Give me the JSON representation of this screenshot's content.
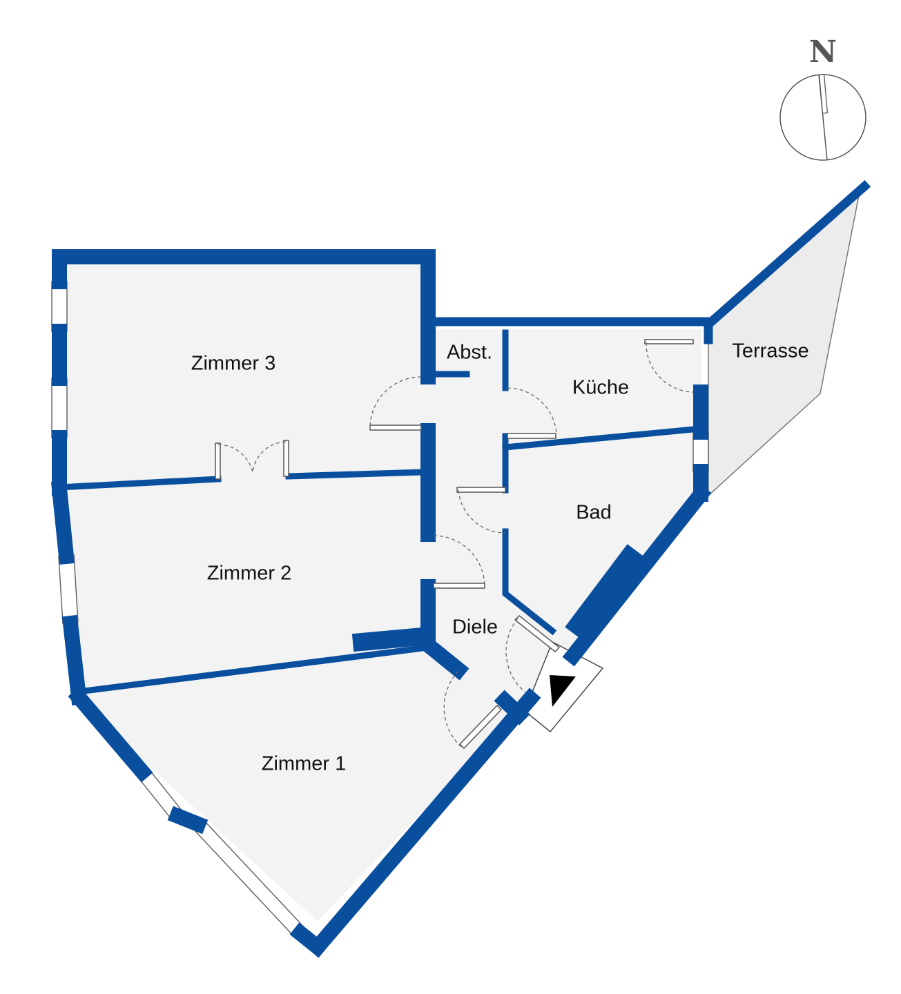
{
  "rooms": {
    "zimmer3": "Zimmer 3",
    "zimmer2": "Zimmer 2",
    "zimmer1": "Zimmer 1",
    "abst": "Abst.",
    "kueche": "Küche",
    "bad": "Bad",
    "diele": "Diele",
    "terrasse": "Terrasse"
  },
  "compass": {
    "label": "N"
  },
  "colors": {
    "wall": "#0a4f9e",
    "floor": "#f3f3f3",
    "terrace": "#ececec",
    "line": "#666666"
  },
  "icons": {
    "entrance": "entrance-arrow-icon",
    "compass": "compass-icon"
  }
}
